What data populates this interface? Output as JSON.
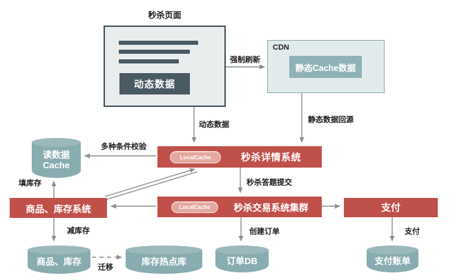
{
  "diagram": {
    "page": {
      "title": "秒杀页面",
      "dynamic_box": "动态数据"
    },
    "cdn": {
      "label": "CDN",
      "static_cache": "静态Cache数据"
    },
    "systems": {
      "detail": "秒杀详情系统",
      "trade": "秒杀交易系统集群",
      "goods": "商品、库存系统",
      "pay": "支付",
      "local_cache": "LocalCache"
    },
    "stores": {
      "read_cache_line1": "读数据",
      "read_cache_line2": "Cache",
      "goods_db": "商品、库存",
      "hotspot_db": "库存热点库",
      "order_db": "订单DB",
      "pay_db": "支付账单"
    },
    "edge_labels": {
      "force_refresh": "强制刷新",
      "dynamic_data": "动态数据",
      "static_back_to_source": "静态数据回源",
      "multi_condition_check": "多种条件校验",
      "answer_submit": "秒杀答题提交",
      "fill_stock": "填库存",
      "reduce_stock": "减库存",
      "migrate": "迁移",
      "create_order": "创建订单",
      "pay": "支付"
    },
    "colors": {
      "system_red": "#c0504a",
      "store_teal": "#88acb0",
      "panel_dark": "#4a5a63",
      "cdn_fill": "#e1ebeb",
      "badge_pink": "#e3a89f",
      "arrow_gray": "#8b9090"
    }
  }
}
